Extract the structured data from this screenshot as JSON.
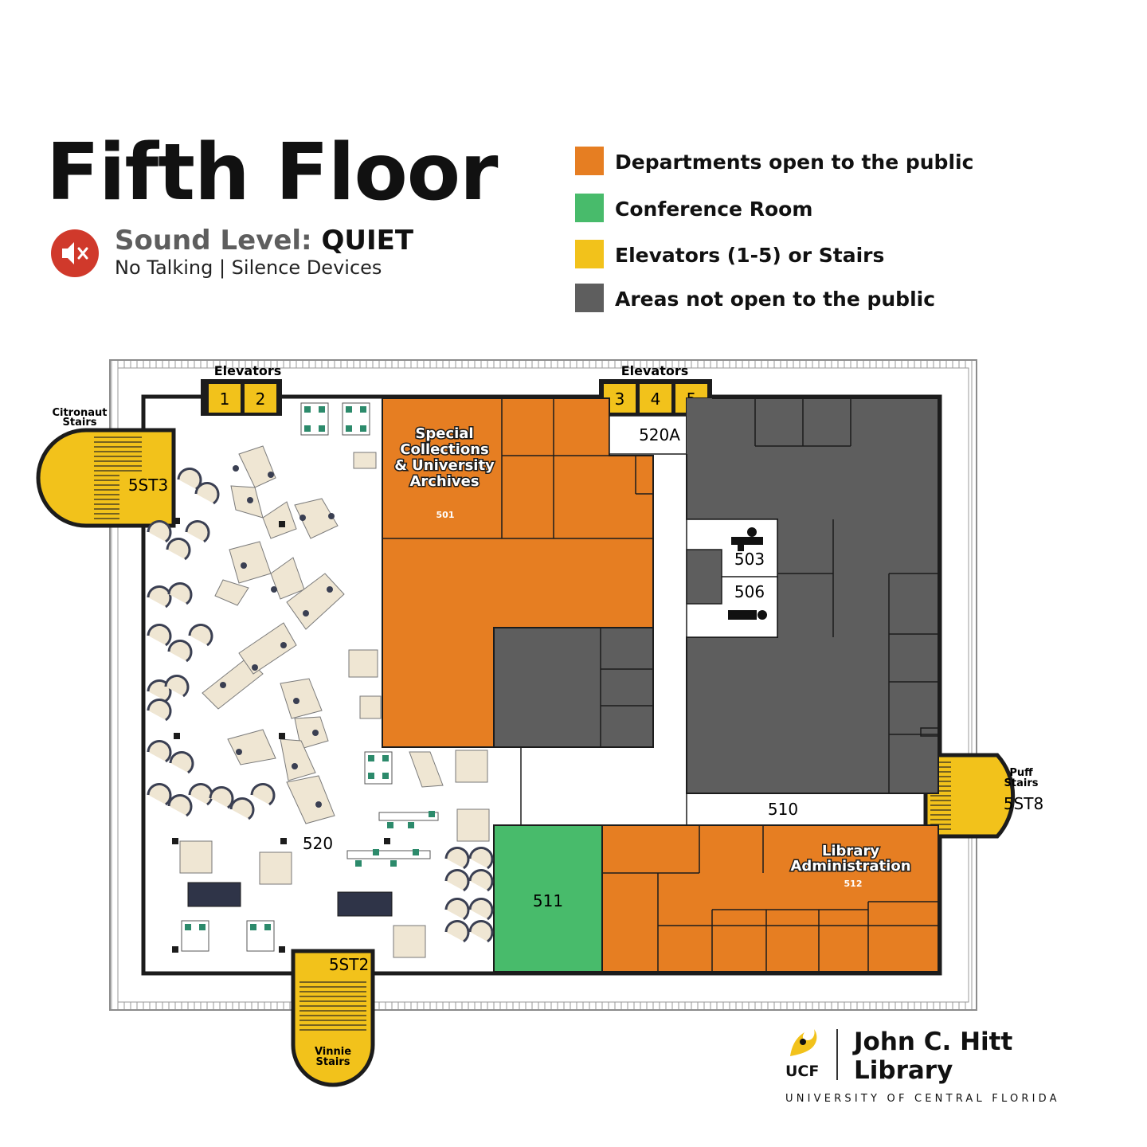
{
  "header": {
    "title": "Fifth Floor",
    "sound_label": "Sound Level:",
    "sound_value": "QUIET",
    "sound_sub": "No Talking | Silence Devices"
  },
  "legend": [
    {
      "label": "Departments open to the public",
      "color": "#e67e22"
    },
    {
      "label": "Conference Room",
      "color": "#48bb6b"
    },
    {
      "label": "Elevators (1-5) or Stairs",
      "color": "#f2c21b"
    },
    {
      "label": "Areas not open to the public",
      "color": "#5e5e5e"
    }
  ],
  "map": {
    "elevators_left_label": "Elevators",
    "elevators_right_label": "Elevators",
    "elevators": [
      "1",
      "2",
      "3",
      "4",
      "5"
    ],
    "stairs": {
      "citronaut_name": "Citronaut Stairs",
      "citronaut_code": "5ST3",
      "puff_name": "Puff Stairs",
      "puff_code": "5ST8",
      "vinnie_name": "Vinnie Stairs",
      "vinnie_code": "5ST2"
    },
    "rooms": {
      "special_collections_line1": "Special",
      "special_collections_line2": "Collections",
      "special_collections_line3": "& University",
      "special_collections_line4": "Archives",
      "special_collections_number": "501",
      "r520a": "520A",
      "r503": "503",
      "r506": "506",
      "r510": "510",
      "r511": "511",
      "r520": "520",
      "library_admin_line1": "Library",
      "library_admin_line2": "Administration",
      "library_admin_number": "512"
    }
  },
  "logo": {
    "line1": "John C. Hitt",
    "line2": "Library",
    "ucf": "UCF",
    "university": "UNIVERSITY OF CENTRAL FLORIDA"
  },
  "colors": {
    "orange": "#e67e22",
    "green": "#48bb6b",
    "yellow": "#f2c21b",
    "gray": "#5e5e5e",
    "sound_red": "#d0392b"
  }
}
